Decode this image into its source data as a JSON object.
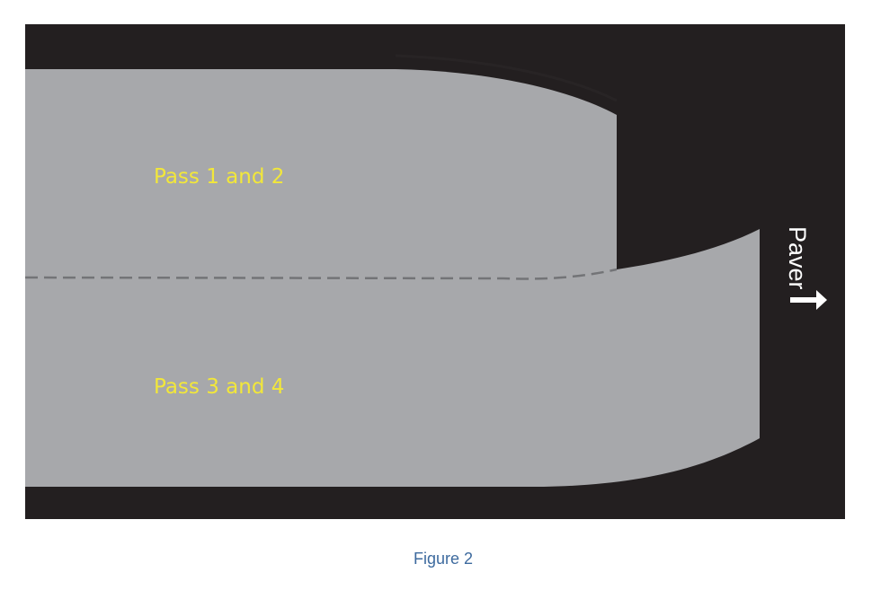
{
  "figure": {
    "caption": "Figure 2",
    "colors": {
      "background": "#ffffff",
      "asphalt_dark": "#231f20",
      "paved_gray": "#a7a8ab",
      "dashed_joint": "#737477",
      "label_yellow": "#f2e73a",
      "paver_text": "#ffffff",
      "caption_blue": "#3d6a9e"
    },
    "regions": {
      "upper_pass": {
        "label": "Pass 1 and 2"
      },
      "lower_pass": {
        "label": "Pass 3 and 4"
      }
    },
    "direction_indicator": {
      "label": "Paver",
      "icon": "arrow-right-icon"
    }
  }
}
